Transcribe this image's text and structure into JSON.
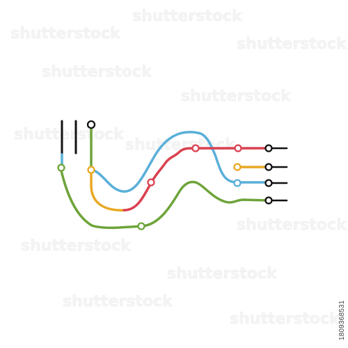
{
  "watermark_text": "shutterstock",
  "stock_id": "1809368531",
  "colors": {
    "background": "#ffffff",
    "stroke_black": "#111111",
    "blue": "#5aafd9",
    "red": "#d9414f",
    "yellow": "#e9a822",
    "green": "#6ea43a"
  },
  "lines": [
    {
      "id": "blue-line",
      "color_key": "blue"
    },
    {
      "id": "red-line",
      "color_key": "red"
    },
    {
      "id": "yellow-line",
      "color_key": "yellow"
    },
    {
      "id": "green-line",
      "color_key": "green"
    }
  ]
}
